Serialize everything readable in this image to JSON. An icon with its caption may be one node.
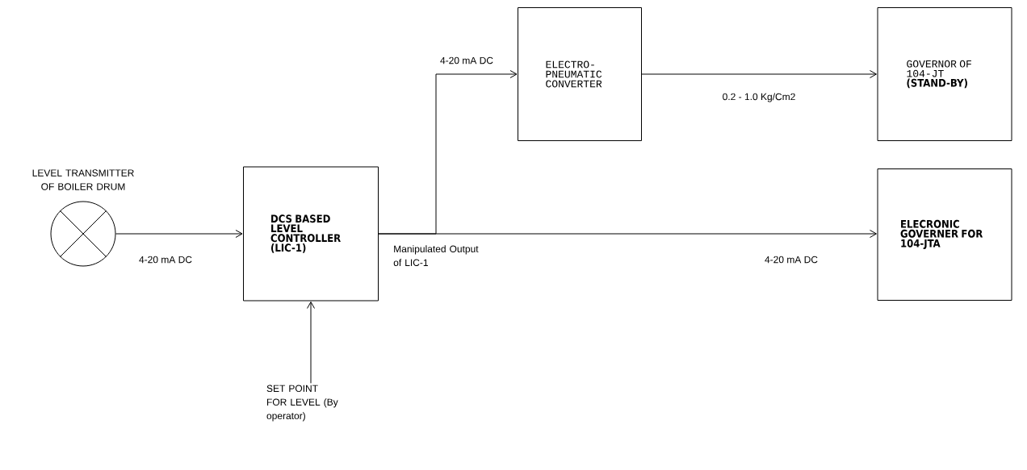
{
  "diagram": {
    "nodes": [
      {
        "text": [],
        "shape": "circle",
        "beside": [
          "LEVEL TRANSMITTER OF BOILER DRUM"
        ]
      },
      {
        "text": [
          "DCS BASED LEVEL CONTROLLER (LIC-1)"
        ]
      },
      {
        "text": [
          "ELECTRO- PNEUMATIC CONVERTER"
        ]
      },
      {
        "text": [
          "GOVERNOR OF 104-JT",
          "(STAND-BY)"
        ]
      },
      {
        "text": [
          "ELECRONIC GOVERNER FOR 104-JTA"
        ]
      },
      {
        "text": [
          "SET POINT FOR LEVEL (By operator)"
        ]
      }
    ],
    "edges": [
      {
        "from": 0,
        "to": 1,
        "arrow": "to",
        "label": "4-20 mA DC"
      },
      {
        "from": 1,
        "to": 4,
        "arrow": "to",
        "label": "4-20 mA DC"
      },
      {
        "from": 1,
        "to": 2,
        "arrow": "to",
        "label": "4-20 mA DC"
      },
      {
        "from": 2,
        "to": 3,
        "arrow": "to",
        "label": "0.2 - 1.0 Kg/Cm2"
      },
      {
        "from": 5,
        "to": 1,
        "arrow": "to"
      }
    ],
    "labels": [
      "Manipulated Output of LIC-1"
    ]
  }
}
